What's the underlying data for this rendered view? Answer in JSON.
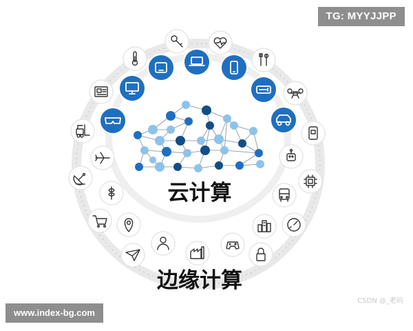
{
  "labels": {
    "cloud": "云计算",
    "edge": "边缘计算"
  },
  "watermarks": {
    "telegram": "TG: MYYJJPP",
    "site": "www.index-bg.com",
    "csdn": "CSDN @_老码"
  },
  "colors": {
    "blue": "#1f6fc0",
    "blue_light": "#8cc3ea",
    "ring_gray": "#e9e9e9",
    "icon_dark": "#333333",
    "cloud_dark": "#114e85"
  },
  "inner_ring_icons": [
    "tablet",
    "laptop",
    "smartphone",
    "storage-device",
    "car",
    "smart-glasses",
    "desktop-computer"
  ],
  "outer_ring_icons": [
    "key",
    "heart-rate",
    "tools",
    "drone",
    "smart-card",
    "robot",
    "chip",
    "bus",
    "gauge",
    "city",
    "lock",
    "gamepad",
    "factory",
    "person",
    "paper-plane",
    "location-pin",
    "shopping-cart",
    "wheat",
    "satellite-dish",
    "airplane",
    "forklift",
    "newspaper",
    "thermometer"
  ]
}
